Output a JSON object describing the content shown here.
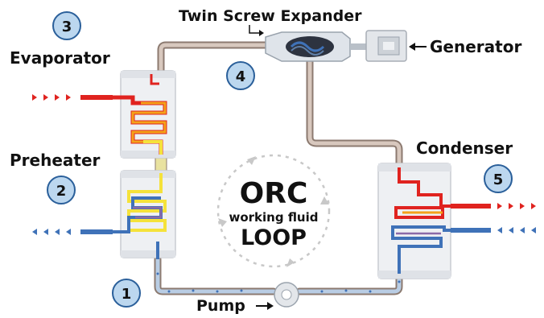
{
  "labels": {
    "expander": "Twin Screw Expander",
    "evaporator": "Evaporator",
    "generator": "Generator",
    "preheater": "Preheater",
    "condenser": "Condenser",
    "pump": "Pump",
    "center_title": "ORC",
    "center_sub": "working fluid",
    "center_loop": "LOOP"
  },
  "steps": [
    "1",
    "2",
    "3",
    "4",
    "5"
  ],
  "colors": {
    "pipe": "#c9b7ad",
    "pipe_edge": "#8c7a70",
    "hot": "#e0231f",
    "warm": "#f4a21a",
    "yellow": "#f5e23a",
    "cold": "#3f72b8",
    "purple": "#8b6aa8",
    "badge_fill": "#bcd7ef",
    "badge_stroke": "#2a5f9a",
    "panel": "#eef0f3"
  }
}
